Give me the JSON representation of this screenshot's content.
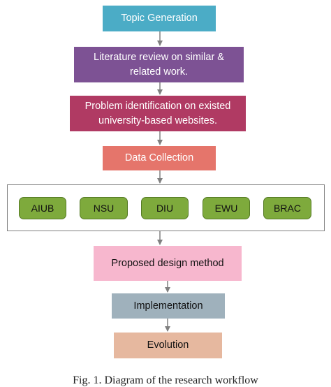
{
  "diagram": {
    "nodes": {
      "topic": {
        "label": "Topic Generation",
        "fill": "#4bacc6"
      },
      "literature": {
        "line1": "Literature review on similar &",
        "line2": "related work.",
        "fill": "#7d5294"
      },
      "problem": {
        "line1": "Problem identification on existed",
        "line2": "university-based websites.",
        "fill": "#b03a63"
      },
      "data_collection": {
        "label": "Data Collection",
        "fill": "#e5756b"
      },
      "proposed": {
        "label": "Proposed design method",
        "fill": "#f7b7ce"
      },
      "implementation": {
        "label": "Implementation",
        "fill": "#9fb1bc"
      },
      "evolution": {
        "label": "Evolution",
        "fill": "#e6b89f"
      }
    },
    "universities": [
      "AIUB",
      "NSU",
      "DIU",
      "EWU",
      "BRAC"
    ],
    "university_fill": "#7eaa3c",
    "connector_color": "#808080"
  },
  "caption": "Fig. 1. Diagram of the research workflow"
}
